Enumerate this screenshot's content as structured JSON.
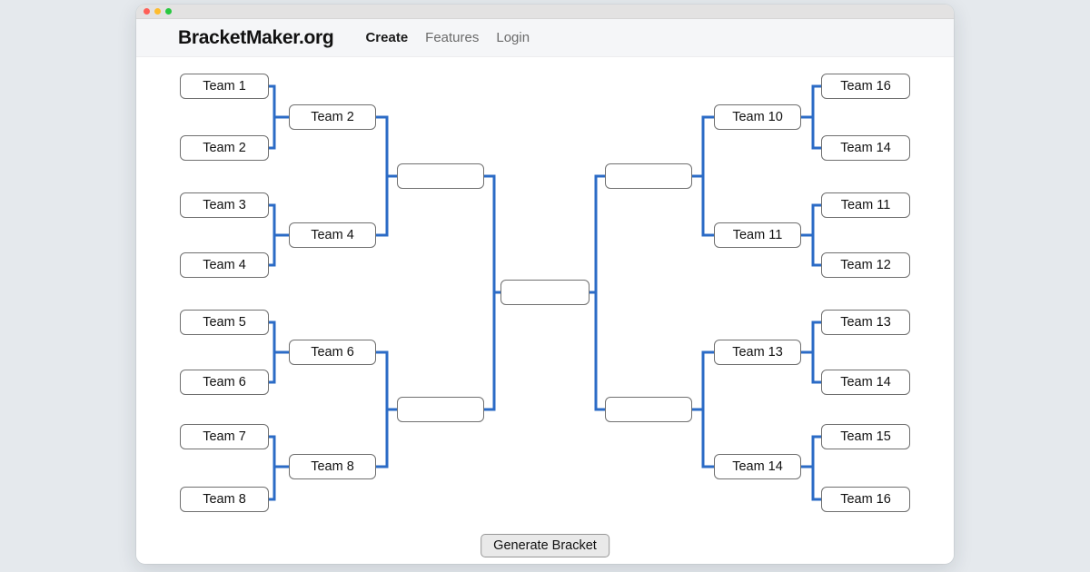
{
  "page": {
    "background_color": "#e5e9ed"
  },
  "window": {
    "controls": [
      {
        "name": "close",
        "color": "#ff5f57"
      },
      {
        "name": "minimize",
        "color": "#febc2e"
      },
      {
        "name": "zoom",
        "color": "#28c840"
      }
    ]
  },
  "header": {
    "brand": "BracketMaker.org",
    "nav": [
      {
        "label": "Create",
        "active": true
      },
      {
        "label": "Features",
        "active": false
      },
      {
        "label": "Login",
        "active": false
      }
    ]
  },
  "bracket": {
    "connector_color": "#2b6bc6",
    "left": {
      "round1": [
        "Team 1",
        "Team 2",
        "Team 3",
        "Team 4",
        "Team 5",
        "Team 6",
        "Team 7",
        "Team 8"
      ],
      "round2": [
        "Team 2",
        "Team 4",
        "Team 6",
        "Team 8"
      ],
      "semifinals": [
        "",
        ""
      ]
    },
    "right": {
      "round1": [
        "Team 16",
        "Team 14",
        "Team 11",
        "Team 12",
        "Team 13",
        "Team 14",
        "Team 15",
        "Team 16"
      ],
      "round2": [
        "Team 10",
        "Team 11",
        "Team 13",
        "Team 14"
      ],
      "semifinals": [
        "",
        ""
      ]
    },
    "final": ""
  },
  "footer": {
    "generate_button_label": "Generate Bracket"
  }
}
